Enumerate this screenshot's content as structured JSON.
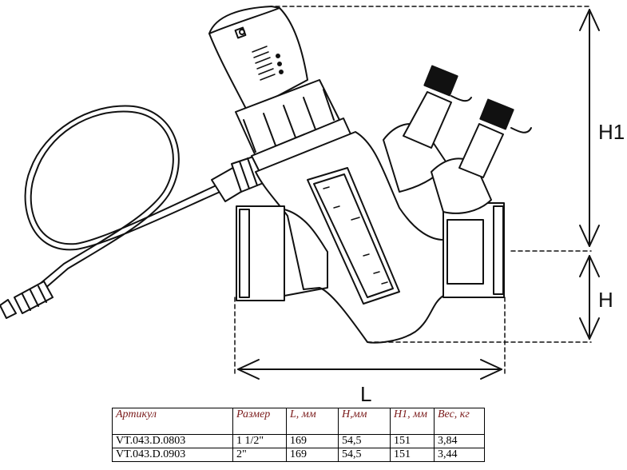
{
  "dimensions": {
    "h1": "H1",
    "h": "H",
    "l": "L"
  },
  "table": {
    "headers": [
      "Артикул",
      "Размер",
      "L, мм",
      "H,мм",
      "H1, мм",
      "Вес, кг"
    ],
    "rows": [
      [
        "VT.043.D.0803",
        "1 1/2\"",
        "169",
        "54,5",
        "151",
        "3,84"
      ],
      [
        "VT.043.D.0903",
        "2\"",
        "169",
        "54,5",
        "151",
        "3,44"
      ]
    ],
    "header_color": "#7a1a1a"
  }
}
